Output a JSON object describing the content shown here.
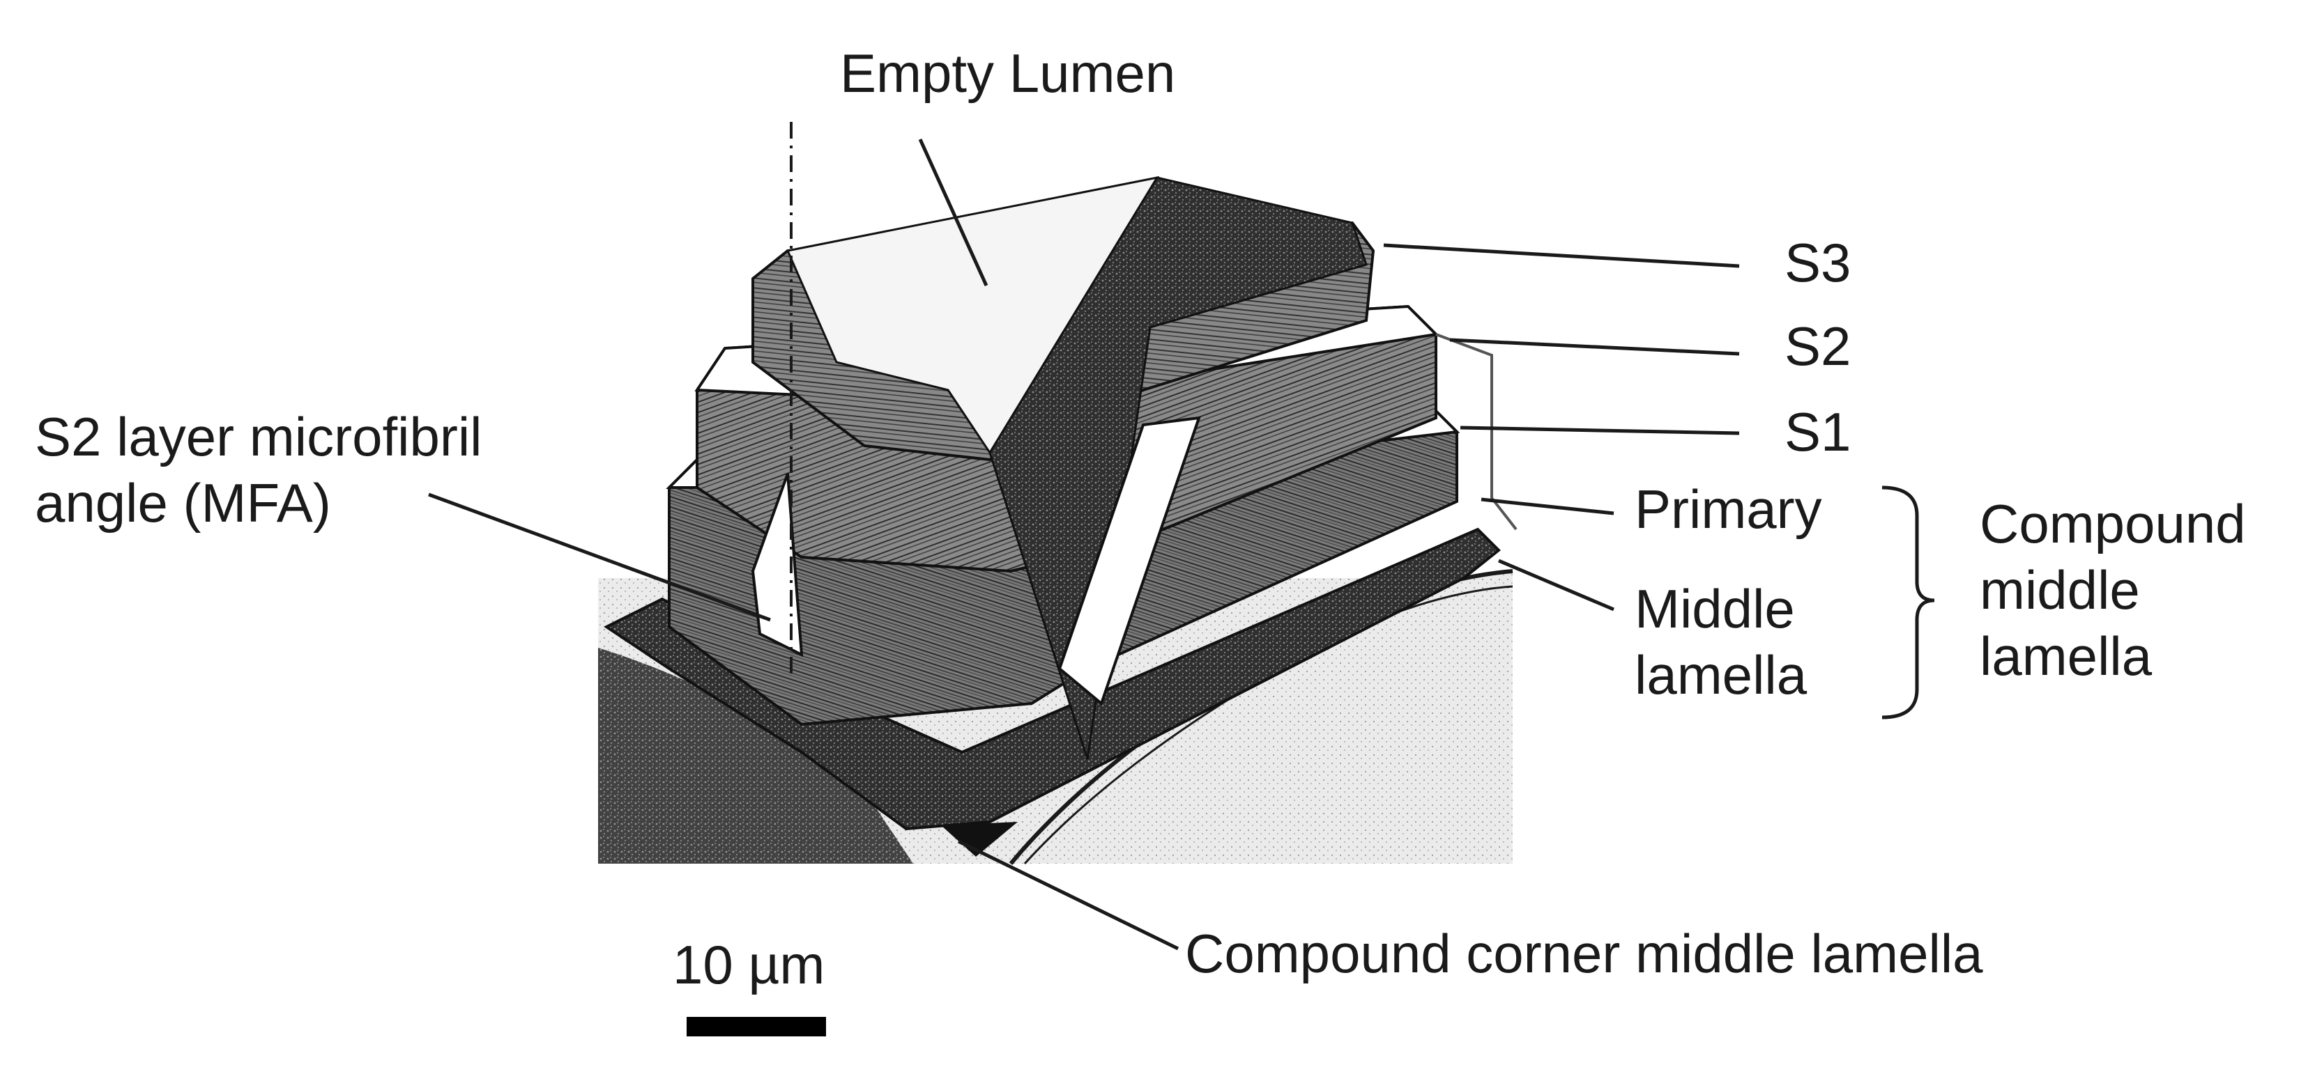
{
  "labels": {
    "empty_lumen": "Empty Lumen",
    "s3": "S3",
    "s2": "S2",
    "s1": "S1",
    "primary": "Primary",
    "middle_lamella": "Middle lamella",
    "compound_middle_lamella": "Compound middle lamella",
    "s2_mfa": "S2 layer microfibril angle (MFA)",
    "compound_corner_middle_lamella": "Compound corner middle lamella",
    "scale_bar": "10 µm"
  },
  "colors": {
    "ink": "#1a1a1a",
    "lumen_fill": "#f5f5f5",
    "dense_texture": "#3a3a3a",
    "fibril_band": "#6a6a6a",
    "background": "#ffffff"
  }
}
